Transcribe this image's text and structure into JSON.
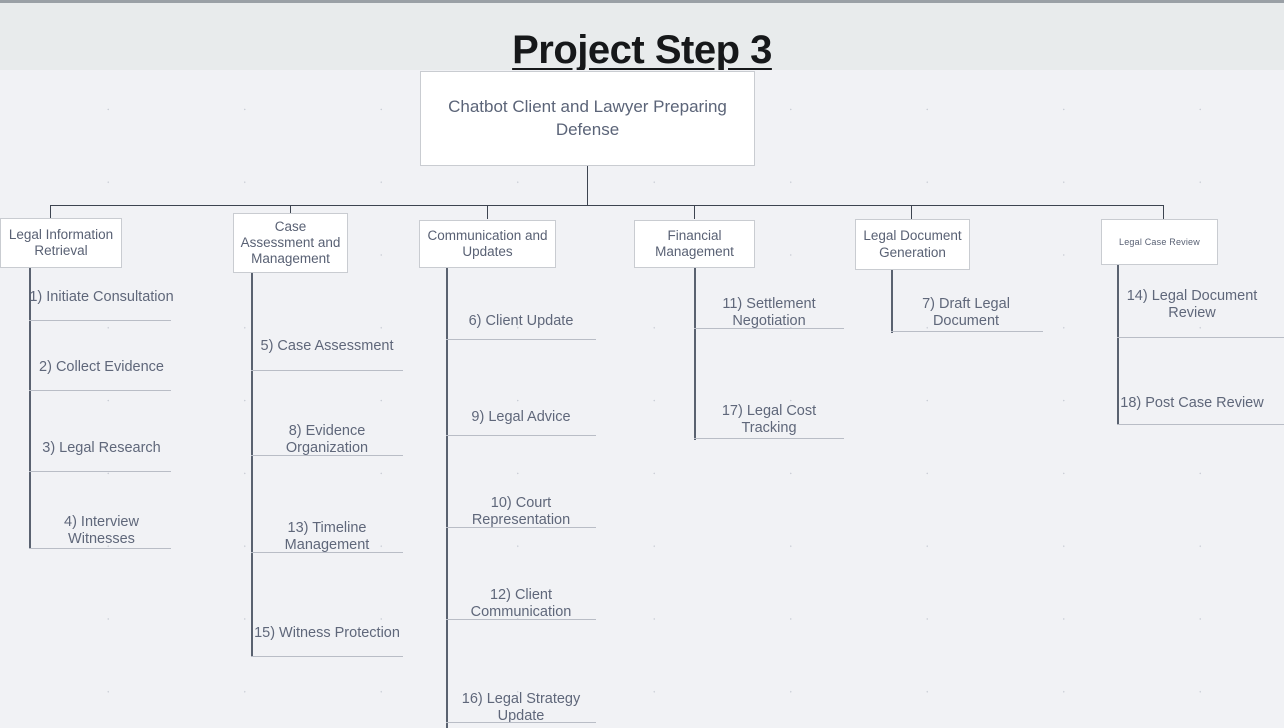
{
  "header": {
    "title": "Project Step 3"
  },
  "diagram": {
    "root": {
      "label": "Chatbot Client and Lawyer Preparing Defense"
    },
    "categories": [
      {
        "id": "legal-information-retrieval",
        "label": "Legal Information Retrieval",
        "items": [
          {
            "label": "1) Initiate Consultation"
          },
          {
            "label": "2) Collect Evidence"
          },
          {
            "label": "3) Legal Research"
          },
          {
            "label": "4) Interview Witnesses"
          }
        ]
      },
      {
        "id": "case-assessment-and-management",
        "label": "Case Assessment and Management",
        "items": [
          {
            "label": "5) Case Assessment"
          },
          {
            "label": "8) Evidence Organization"
          },
          {
            "label": "13) Timeline Management"
          },
          {
            "label": "15) Witness Protection"
          }
        ]
      },
      {
        "id": "communication-and-updates",
        "label": "Communication and Updates",
        "items": [
          {
            "label": "6) Client Update"
          },
          {
            "label": "9) Legal Advice"
          },
          {
            "label": "10) Court Representation"
          },
          {
            "label": "12) Client Communication"
          },
          {
            "label": "16) Legal Strategy Update"
          }
        ]
      },
      {
        "id": "financial-management",
        "label": "Financial Management",
        "items": [
          {
            "label": "11) Settlement Negotiation"
          },
          {
            "label": "17) Legal Cost Tracking"
          }
        ]
      },
      {
        "id": "legal-document-generation",
        "label": "Legal Document Generation",
        "items": [
          {
            "label": "7) Draft Legal Document"
          }
        ]
      },
      {
        "id": "legal-case-review",
        "label": "Legal Case Review",
        "items": [
          {
            "label": "14) Legal Document Review"
          },
          {
            "label": "18) Post Case Review"
          }
        ]
      }
    ]
  },
  "colors": {
    "header_band": "#e8ebec",
    "canvas": "#f1f2f5",
    "node_fill": "#ffffff",
    "node_border": "#c9ccd1",
    "node_text": "#596174",
    "connector": "#3d4450",
    "spine": "#5a6270",
    "leaf_rule": "#b9bdc6",
    "title_text": "#16181a"
  }
}
